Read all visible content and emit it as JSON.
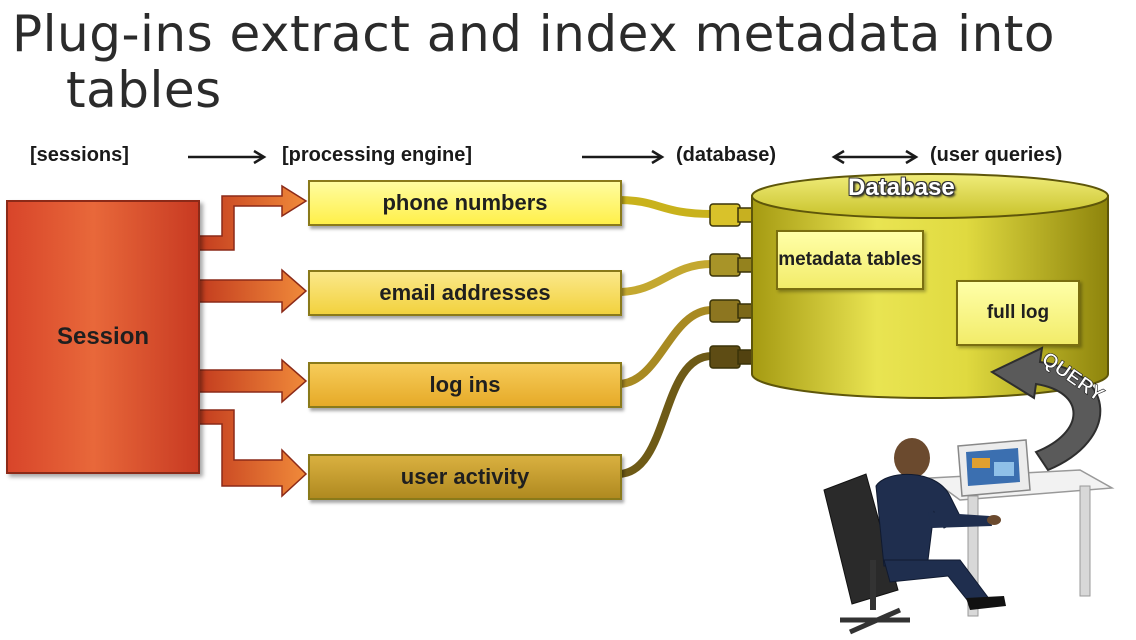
{
  "title": {
    "line1": "Plug-ins extract and index metadata into",
    "line2": "tables"
  },
  "flow": {
    "sessions": "[sessions]",
    "engine": "[processing engine]",
    "database": "(database)",
    "queries": "(user queries)"
  },
  "session": {
    "label": "Session"
  },
  "plugins": [
    {
      "label": "phone numbers"
    },
    {
      "label": "email addresses"
    },
    {
      "label": "log ins"
    },
    {
      "label": "user activity"
    }
  ],
  "database": {
    "label": "Database",
    "metadata": "metadata tables",
    "fulllog": "full log"
  },
  "query": {
    "label": "QUERY"
  },
  "colors": {
    "session": "#d8452a",
    "plugin1": "#fff25a",
    "plugin2": "#f6dc4a",
    "plugin3": "#e9b52e",
    "plugin4": "#b98f22",
    "database": "#ddd83c",
    "query_arrow": "#555555"
  },
  "icons": {
    "user": "person-at-computer-icon"
  }
}
